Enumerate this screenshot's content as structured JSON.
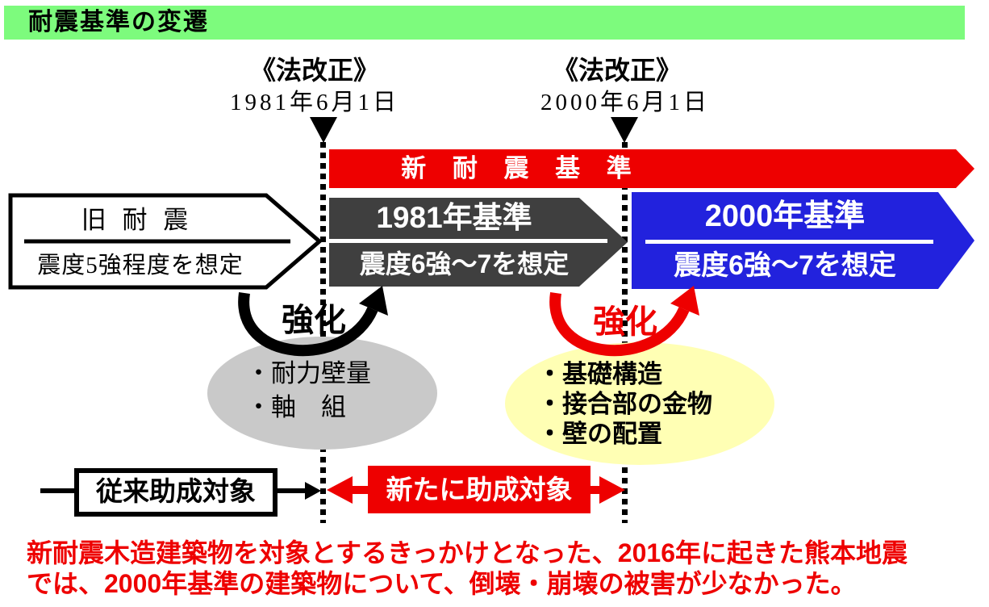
{
  "title": "耐震基準の変遷",
  "revisions": [
    {
      "label": "《法改正》",
      "date": "1981年6月1日"
    },
    {
      "label": "《法改正》",
      "date": "2000年6月1日"
    }
  ],
  "new_standard_banner": "新 耐 震 基 準",
  "old_standard": {
    "title": "旧 耐 震",
    "subtitle": "震度5強程度を想定"
  },
  "standard_1981": {
    "title": "1981年基準",
    "subtitle": "震度6強～7を想定"
  },
  "standard_2000": {
    "title": "2000年基準",
    "subtitle": "震度6強～7を想定"
  },
  "strengthen_1981_label": "強化",
  "strengthen_2000_label": "強化",
  "reinforce_1981_items": [
    "・耐力壁量",
    "・軸　組"
  ],
  "reinforce_2000_items": [
    "・基礎構造",
    "・接合部の金物",
    "・壁の配置"
  ],
  "subsidy": {
    "legacy": "従来助成対象",
    "new": "新たに助成対象"
  },
  "footnote": [
    "新耐震木造建築物を対象とするきっかけとなった、2016年に起きた熊本地震",
    "では、2000年基準の建築物について、倒壊・崩壊の被害が少なかった。"
  ],
  "colors": {
    "title_bg": "#7DFB7D",
    "red": "#EE0000",
    "gray_1981": "#3F3F3F",
    "blue_2000": "#2222DD",
    "ellipse_gray": "#C9C9C9",
    "ellipse_yellow": "#FFFFB4"
  }
}
